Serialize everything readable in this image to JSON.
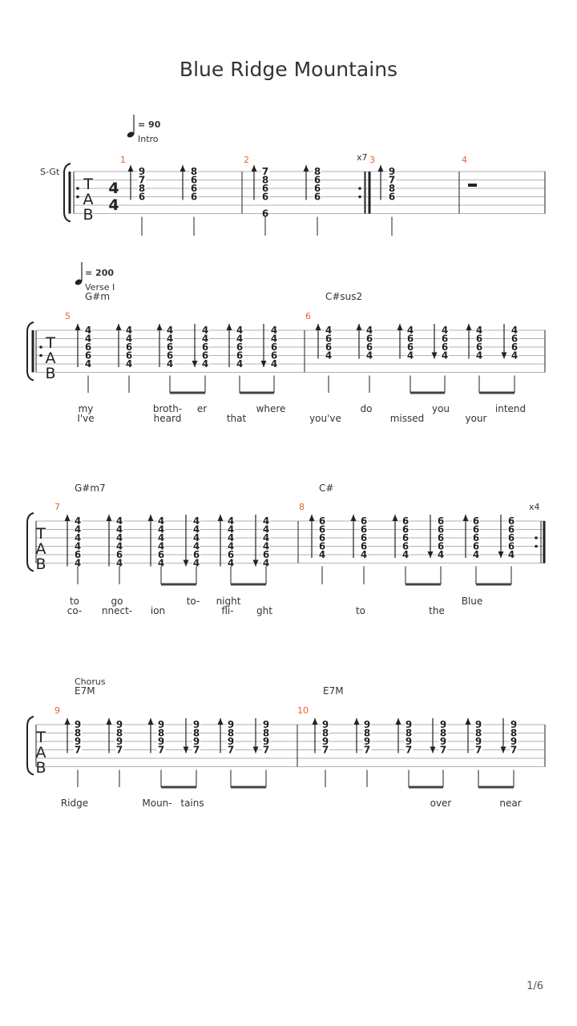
{
  "title": "Blue Ridge Mountains",
  "page_number": "1/6",
  "instrument": "S-Gt",
  "time_signature": {
    "numerator": "4",
    "denominator": "4"
  },
  "tab_letters": [
    "T",
    "A",
    "B"
  ],
  "systems": [
    {
      "tempo": "90",
      "section": "Intro",
      "repeat_count": "x7",
      "measures": [
        {
          "number": "1",
          "chords": [
            {
              "frets": [
                "9",
                "7",
                "8",
                "6"
              ],
              "stroke": "up",
              "beam": false
            },
            {
              "frets": [
                "8",
                "6",
                "6",
                "6"
              ],
              "stroke": "up",
              "beam": false
            }
          ]
        },
        {
          "number": "2",
          "chords": [
            {
              "frets": [
                "7",
                "8",
                "6",
                "6"
              ],
              "stroke": "up",
              "beam": false
            },
            {
              "frets": [
                "8",
                "6",
                "6",
                "6"
              ],
              "stroke": "up",
              "beam": false
            }
          ]
        },
        {
          "number": "3",
          "chords": [
            {
              "frets": [
                "9",
                "7",
                "8",
                "6"
              ],
              "stroke": "up",
              "beam": false
            }
          ]
        },
        {
          "number": "4",
          "rest": true,
          "chords": []
        }
      ]
    },
    {
      "tempo": "200",
      "section": "Verse I",
      "chord_names": [
        "G#m",
        "C#sus2"
      ],
      "lyrics_1": [
        "my",
        "broth-",
        "er",
        "where",
        "do",
        "you",
        "intend"
      ],
      "lyrics_2": [
        "I've",
        "heard",
        "that",
        "you've",
        "missed",
        "your"
      ],
      "measures": [
        {
          "number": "5",
          "chords": [
            {
              "frets": [
                "4",
                "4",
                "6",
                "6",
                "4"
              ],
              "stroke": "up"
            },
            {
              "frets": [
                "4",
                "4",
                "6",
                "6",
                "4"
              ],
              "stroke": "up"
            },
            {
              "frets": [
                "4",
                "4",
                "6",
                "6",
                "4"
              ],
              "stroke": "up"
            },
            {
              "frets": [
                "4",
                "4",
                "6",
                "6",
                "4"
              ],
              "stroke": "down"
            },
            {
              "frets": [
                "4",
                "4",
                "6",
                "6",
                "4"
              ],
              "stroke": "up"
            },
            {
              "frets": [
                "4",
                "4",
                "6",
                "6",
                "4"
              ],
              "stroke": "down"
            }
          ]
        },
        {
          "number": "6",
          "chords": [
            {
              "frets": [
                "4",
                "6",
                "6",
                "4"
              ],
              "stroke": "up"
            },
            {
              "frets": [
                "4",
                "6",
                "6",
                "4"
              ],
              "stroke": "up"
            },
            {
              "frets": [
                "4",
                "6",
                "6",
                "4"
              ],
              "stroke": "up"
            },
            {
              "frets": [
                "4",
                "6",
                "6",
                "4"
              ],
              "stroke": "down"
            },
            {
              "frets": [
                "4",
                "6",
                "6",
                "4"
              ],
              "stroke": "up"
            },
            {
              "frets": [
                "4",
                "6",
                "6",
                "4"
              ],
              "stroke": "down"
            }
          ]
        }
      ]
    },
    {
      "chord_names": [
        "G#m7",
        "C#"
      ],
      "repeat_count": "x4",
      "lyrics_1": [
        "to",
        "go",
        "to-",
        "night",
        "Blue"
      ],
      "lyrics_2": [
        "co-",
        "nnect-",
        "ion",
        "fli-",
        "ght",
        "to",
        "the"
      ],
      "measures": [
        {
          "number": "7",
          "chords": [
            {
              "frets": [
                "4",
                "4",
                "4",
                "4",
                "6",
                "4"
              ],
              "stroke": "up"
            },
            {
              "frets": [
                "4",
                "4",
                "4",
                "4",
                "6",
                "4"
              ],
              "stroke": "up"
            },
            {
              "frets": [
                "4",
                "4",
                "4",
                "4",
                "6",
                "4"
              ],
              "stroke": "up"
            },
            {
              "frets": [
                "4",
                "4",
                "4",
                "4",
                "6",
                "4"
              ],
              "stroke": "down"
            },
            {
              "frets": [
                "4",
                "4",
                "4",
                "4",
                "6",
                "4"
              ],
              "stroke": "up"
            },
            {
              "frets": [
                "4",
                "4",
                "4",
                "4",
                "6",
                "4"
              ],
              "stroke": "down"
            }
          ]
        },
        {
          "number": "8",
          "chords": [
            {
              "frets": [
                "6",
                "6",
                "6",
                "6",
                "4"
              ],
              "stroke": "up"
            },
            {
              "frets": [
                "6",
                "6",
                "6",
                "6",
                "4"
              ],
              "stroke": "up"
            },
            {
              "frets": [
                "6",
                "6",
                "6",
                "6",
                "4"
              ],
              "stroke": "up"
            },
            {
              "frets": [
                "6",
                "6",
                "6",
                "6",
                "4"
              ],
              "stroke": "down"
            },
            {
              "frets": [
                "6",
                "6",
                "6",
                "6",
                "4"
              ],
              "stroke": "up"
            },
            {
              "frets": [
                "6",
                "6",
                "6",
                "6",
                "4"
              ],
              "stroke": "down"
            }
          ]
        }
      ]
    },
    {
      "section": "Chorus",
      "chord_names": [
        "E7M",
        "E7M"
      ],
      "lyrics_1": [
        "Ridge",
        "Moun-",
        "tains",
        "over",
        "near"
      ],
      "measures": [
        {
          "number": "9",
          "chords": [
            {
              "frets": [
                "9",
                "8",
                "9",
                "7"
              ],
              "stroke": "up"
            },
            {
              "frets": [
                "9",
                "8",
                "9",
                "7"
              ],
              "stroke": "up"
            },
            {
              "frets": [
                "9",
                "8",
                "9",
                "7"
              ],
              "stroke": "up"
            },
            {
              "frets": [
                "9",
                "8",
                "9",
                "7"
              ],
              "stroke": "down"
            },
            {
              "frets": [
                "9",
                "8",
                "9",
                "7"
              ],
              "stroke": "up"
            },
            {
              "frets": [
                "9",
                "8",
                "9",
                "7"
              ],
              "stroke": "down"
            }
          ]
        },
        {
          "number": "10",
          "chords": [
            {
              "frets": [
                "9",
                "8",
                "9",
                "7"
              ],
              "stroke": "up"
            },
            {
              "frets": [
                "9",
                "8",
                "9",
                "7"
              ],
              "stroke": "up"
            },
            {
              "frets": [
                "9",
                "8",
                "9",
                "7"
              ],
              "stroke": "up"
            },
            {
              "frets": [
                "9",
                "8",
                "9",
                "7"
              ],
              "stroke": "down"
            },
            {
              "frets": [
                "9",
                "8",
                "9",
                "7"
              ],
              "stroke": "up"
            },
            {
              "frets": [
                "9",
                "8",
                "9",
                "7"
              ],
              "stroke": "down"
            }
          ]
        }
      ]
    }
  ]
}
